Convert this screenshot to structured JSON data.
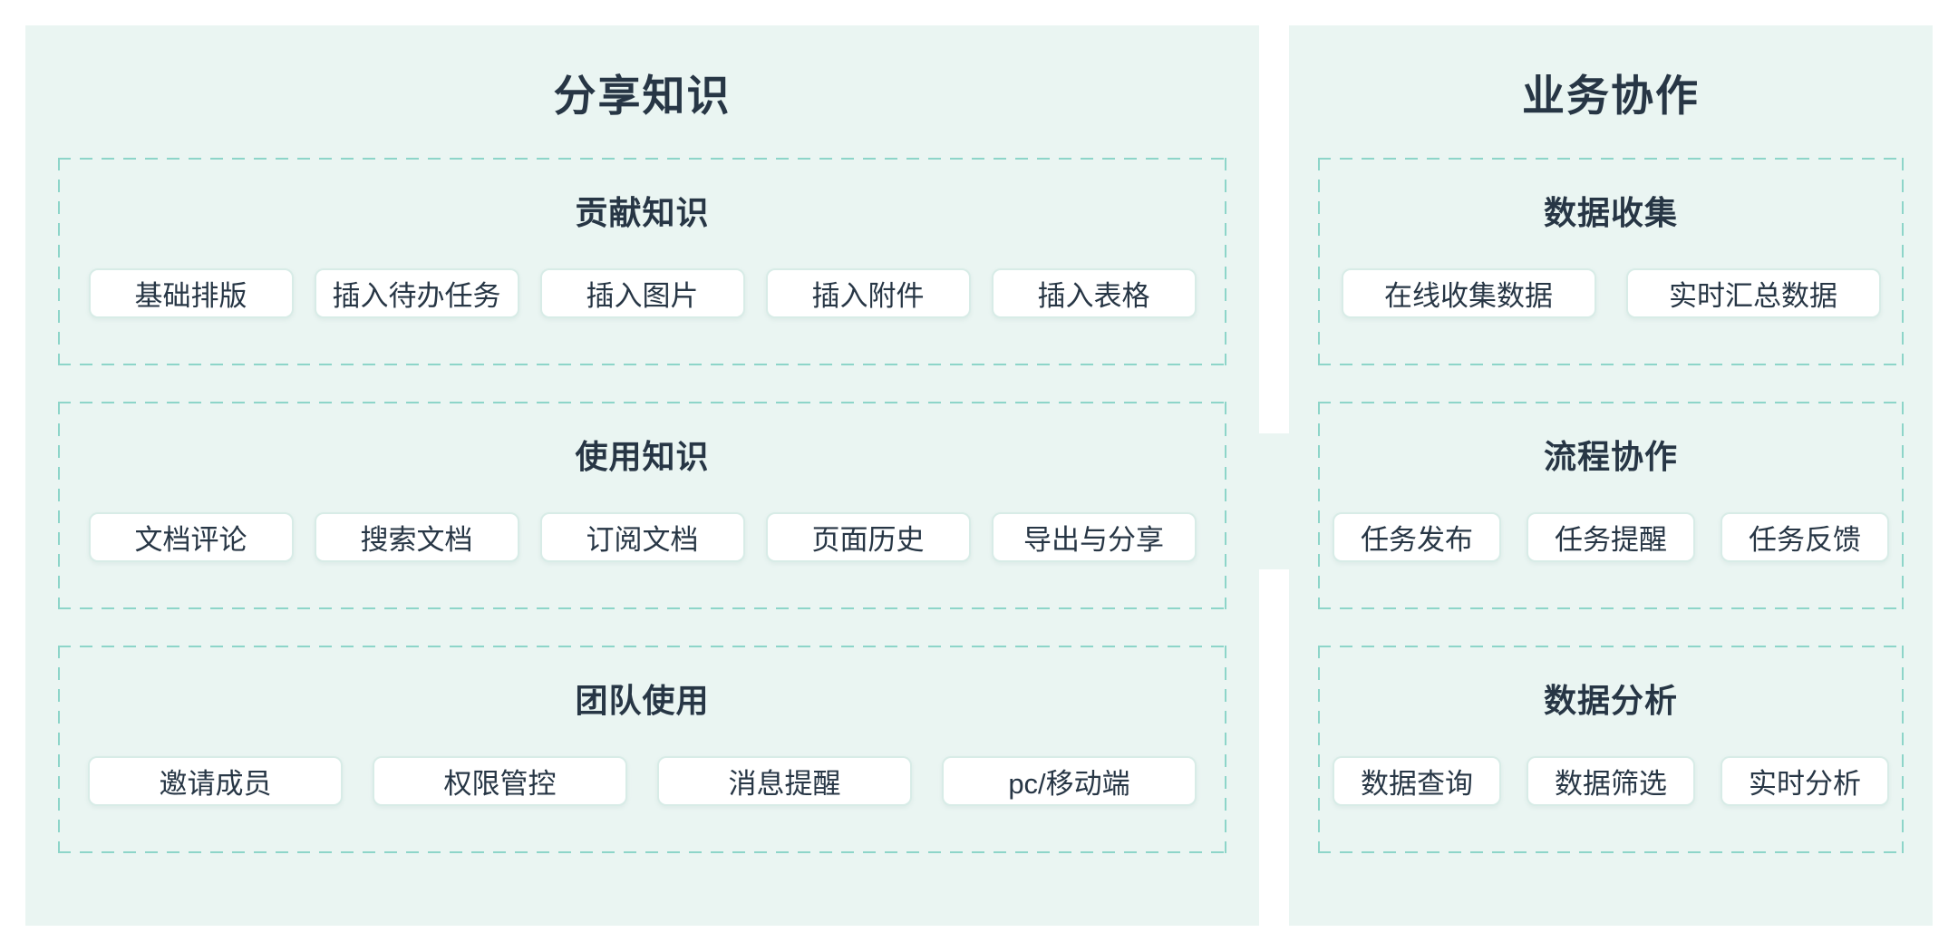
{
  "colors": {
    "panel_bg": "#eaf5f2",
    "dash": "#8dd5c9",
    "chip_border": "#d8ece7",
    "chip_bg": "#ffffff",
    "text": "#273645",
    "page_bg": "#ffffff"
  },
  "panels": [
    {
      "title": "分享知识",
      "sections": [
        {
          "title": "贡献知识",
          "items": [
            "基础排版",
            "插入待办任务",
            "插入图片",
            "插入附件",
            "插入表格"
          ]
        },
        {
          "title": "使用知识",
          "items": [
            "文档评论",
            "搜索文档",
            "订阅文档",
            "页面历史",
            "导出与分享"
          ]
        },
        {
          "title": "团队使用",
          "items": [
            "邀请成员",
            "权限管控",
            "消息提醒",
            "pc/移动端"
          ]
        }
      ]
    },
    {
      "title": "业务协作",
      "sections": [
        {
          "title": "数据收集",
          "items": [
            "在线收集数据",
            "实时汇总数据"
          ]
        },
        {
          "title": "流程协作",
          "items": [
            "任务发布",
            "任务提醒",
            "任务反馈"
          ]
        },
        {
          "title": "数据分析",
          "items": [
            "数据查询",
            "数据筛选",
            "实时分析"
          ]
        }
      ]
    }
  ]
}
